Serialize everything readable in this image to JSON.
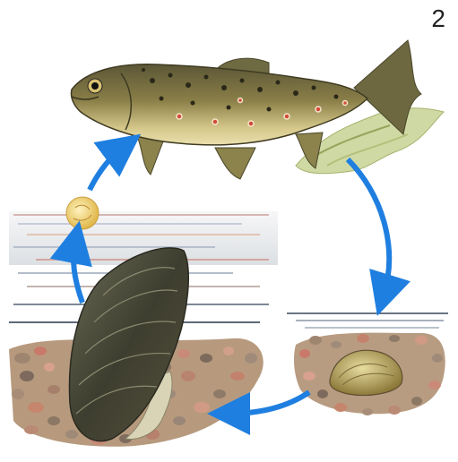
{
  "figure": {
    "page_number": "2",
    "arrow_color": "#1f7fe0",
    "stages": [
      {
        "name": "trout-host",
        "icon": "fish-icon"
      },
      {
        "name": "juvenile-mussel-in-gravel",
        "icon": "small-mussel-icon"
      },
      {
        "name": "adult-mussel-in-riverbed",
        "icon": "large-mussel-icon"
      },
      {
        "name": "glochidia-larva",
        "icon": "larva-ball-icon"
      }
    ]
  }
}
